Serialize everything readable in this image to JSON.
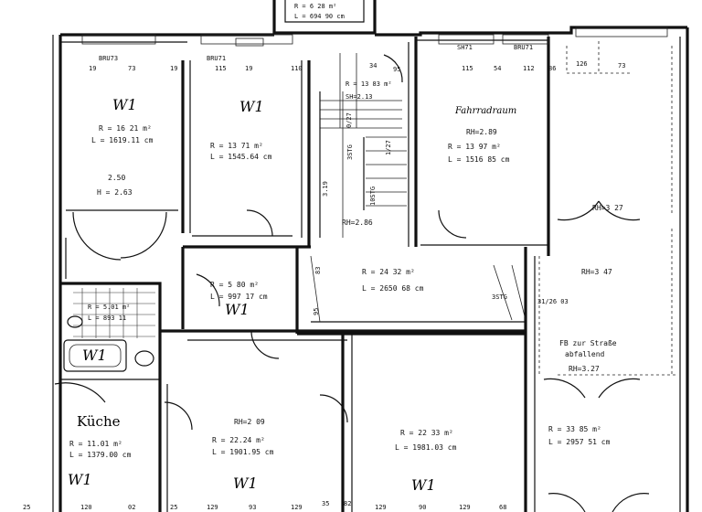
{
  "top_room": {
    "line1": "R = 6 28 m²",
    "line2": "L = 694 90 cm"
  },
  "dims_top": {
    "d1": "BRU73",
    "d2": "19",
    "d3": "73",
    "d4": "19",
    "d5": "115",
    "d6": "19",
    "d7": "110",
    "d8": "34",
    "d9": "95",
    "d10": "BRU71",
    "d11": "SH71",
    "d12": "115",
    "d13": "54",
    "d14": "112",
    "d15": "126",
    "d16": "BRU71",
    "d17": "86",
    "d18": "73"
  },
  "room1": {
    "label": "W1",
    "area": "R = 16 21 m²",
    "perimeter": "L = 1619.11 cm",
    "width": "2.50",
    "height": "H = 2.63"
  },
  "room2": {
    "label": "W1",
    "area": "R = 13 71 m²",
    "perimeter": "L = 1545.64 cm"
  },
  "stair_top": {
    "line1": "R = 13 83 m²",
    "line2": "SH=2.13"
  },
  "stair_labels": {
    "s1": "3STG",
    "s2": "10STG",
    "s3": "3.19",
    "s4": "1/27",
    "s5": "0/27"
  },
  "bike_room": {
    "label": "Fahrradraum",
    "rh": "RH=2.89",
    "area": "R = 13 97 m²",
    "perimeter": "L = 1516 85 cm"
  },
  "hall": {
    "rh": "RH=2.86",
    "area": "R = 24 32 m²",
    "perimeter": "L = 2650 68 cm",
    "s1": "3STG",
    "s2": "31/26 03",
    "v1": "83",
    "v2": "95"
  },
  "right_room": {
    "rh_top": "RH=3 27",
    "rh": "RH=3 47",
    "note1": "FB zur Straße",
    "note2": "abfallend",
    "rh_bottom": "RH=3.27",
    "area": "R = 33 85 m²",
    "perimeter": "L = 2957 51 cm"
  },
  "corridor": {
    "label": "W1",
    "area": "R = 5 80 m²",
    "perimeter": "L = 997 17 cm"
  },
  "bath": {
    "area": "R = 5.01 m²",
    "perimeter": "L = 893 11",
    "label": "W1"
  },
  "kitchen": {
    "title": "Küche",
    "area": "R = 11.01 m²",
    "perimeter": "L = 1379.00 cm",
    "label": "W1"
  },
  "room_mid": {
    "rh": "RH=2 09",
    "area": "R = 22.24 m²",
    "perimeter": "L = 1901.95 cm",
    "label": "W1"
  },
  "room_big": {
    "area": "R = 22 33 m²",
    "perimeter": "L = 1981.03 cm",
    "label": "W1"
  },
  "dims_bottom": {
    "b1": "25",
    "b2": "120",
    "b3": "02",
    "b4": "25",
    "b5": "129",
    "b6": "93",
    "b7": "129",
    "b8": "35",
    "b9": "82",
    "b10": "129",
    "b11": "90",
    "b12": "129",
    "b13": "68"
  }
}
